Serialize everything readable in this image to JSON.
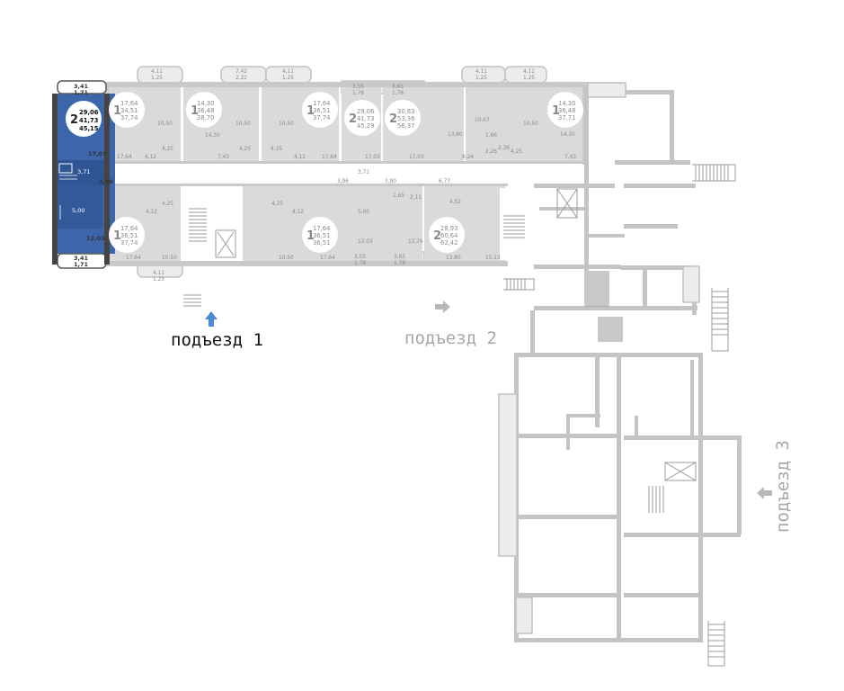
{
  "colors": {
    "selected_apartment": "#3d65aa",
    "apartment": "#dadada",
    "wall": "#c9c9c9",
    "active_arrow": "#4a8ad6",
    "inactive_arrow": "#b8b8b8"
  },
  "entrances": {
    "e1": "подъезд 1",
    "e2": "подъезд 2",
    "e3": "подъезд 3"
  },
  "selected_apartment": {
    "rooms": "2",
    "area_living": "29,06",
    "area_total": "41,73",
    "area_with_balcony": "45,15",
    "r_top_balcony": "3,41",
    "r_top_balcony_b": "1,71",
    "r_bottom_balcony": "3,41",
    "r_bottom_balcony_b": "1,71",
    "r_room": "17,03",
    "r_bath": "3,71",
    "r_hall": "3,96",
    "r_kitchen": "5,00",
    "r_room2": "12,03"
  },
  "apartments": [
    {
      "id": "a1",
      "rooms": "1",
      "a": "17,64",
      "b": "34,51",
      "c": "37,74"
    },
    {
      "id": "a2",
      "rooms": "1",
      "a": "14,30",
      "b": "36,48",
      "c": "38,70"
    },
    {
      "id": "a3",
      "rooms": "1",
      "a": "17,64",
      "b": "36,51",
      "c": "37,74"
    },
    {
      "id": "a4",
      "rooms": "2",
      "a": "29,06",
      "b": "41,73",
      "c": "45,29"
    },
    {
      "id": "a5",
      "rooms": "2",
      "a": "30,83",
      "b": "53,36",
      "c": "56,37"
    },
    {
      "id": "a6",
      "rooms": "1",
      "a": "14,30",
      "b": "36,48",
      "c": "37,71"
    },
    {
      "id": "a7",
      "rooms": "1",
      "a": "17,64",
      "b": "36,51",
      "c": "37,74"
    },
    {
      "id": "a8",
      "rooms": "1",
      "a": "17,64",
      "b": "36,51",
      "c": "36,51"
    },
    {
      "id": "a9",
      "rooms": "2",
      "a": "28,93",
      "b": "60,64",
      "c": "62,42"
    }
  ],
  "room_labels": {
    "r_411_a": "4,11",
    "r_125_a": "1,25",
    "r_742": "7,42",
    "r_222": "2,22",
    "r_411_b": "4,11",
    "r_125_b": "1,25",
    "r_355_a": "3,55",
    "r_178_a": "1,78",
    "r_365": "3,65",
    "r_178_b": "1,78",
    "r_411_c": "4,11",
    "r_125_c": "1,25",
    "r_411_d": "4,11",
    "r_125_d": "1,25",
    "r_1050_a": "10,50",
    "r_1430_a": "14,30",
    "r_1050_b": "10,50",
    "r_1050_c": "10,50",
    "r_1380_a": "13,80",
    "r_1067": "10,67",
    "r_1050_d": "10,50",
    "r_1430_b": "14,30",
    "r_425_a": "4,25",
    "r_425_b": "4,25",
    "r_425_c": "4,25",
    "r_425_d": "4,25",
    "r_1764_a": "17,64",
    "r_412_a": "4,12",
    "r_743_a": "7,43",
    "r_412_b": "4,12",
    "r_1764_b": "17,64",
    "r_1703_a": "17,03",
    "r_1703_b": "17,03",
    "r_824": "8,24",
    "r_743_b": "7,43",
    "r_396": "3,96",
    "r_371": "3,71",
    "r_380": "3,80",
    "r_677": "6,77",
    "r_412_c": "4,12",
    "r_425_e": "4,25",
    "r_425_f": "4,25",
    "r_412_d": "4,12",
    "r_500": "5,00",
    "r_165": "1,65",
    "r_211": "2,11",
    "r_452": "4,52",
    "r_1203": "12,03",
    "r_1276": "12,76",
    "r_1764_c": "17,64",
    "r_1050_e": "10,50",
    "r_1050_f": "10,50",
    "r_1764_d": "17,64",
    "r_1380_b": "13,80",
    "r_1513": "15,13",
    "r_411_e": "4,11",
    "r_125_e": "1,25",
    "r_355_b": "3,55",
    "r_178_c": "1,78",
    "r_365_b": "3,65",
    "r_178_d": "1,78",
    "r_166": "1,66",
    "r_226": "2,26",
    "r_236": "2,36"
  }
}
